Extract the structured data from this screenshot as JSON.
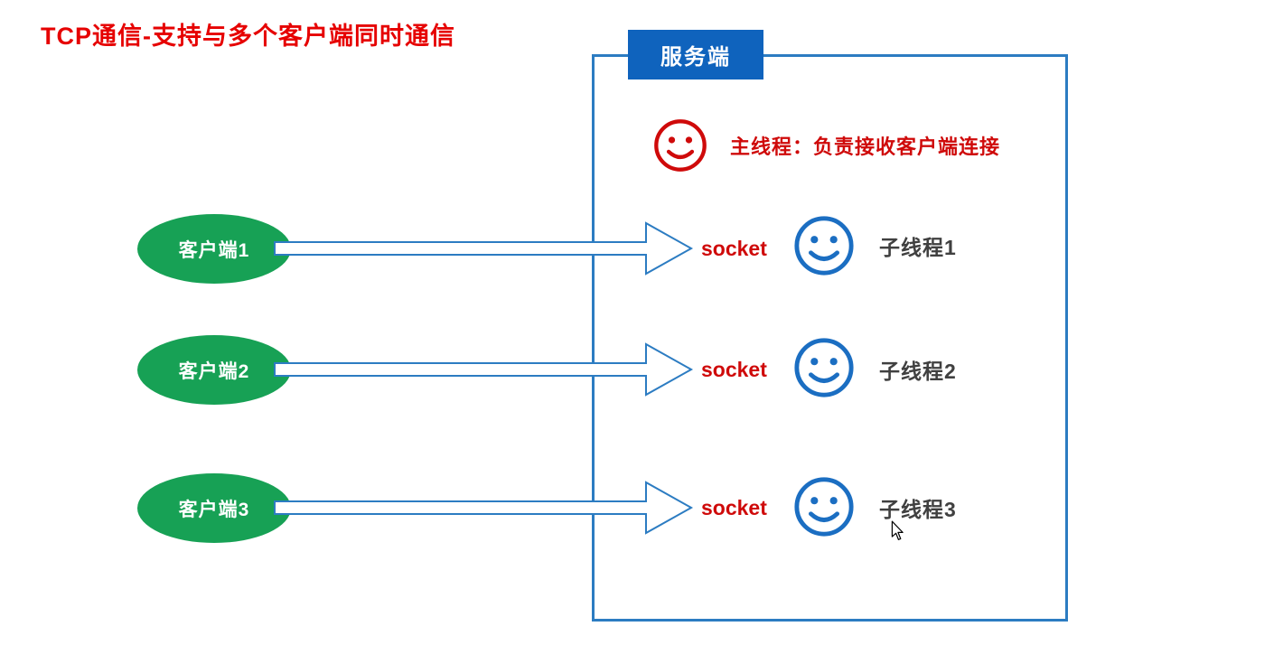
{
  "title": "TCP通信-支持与多个客户端同时通信",
  "server": {
    "label": "服务端",
    "main_thread_text": "主线程：负责接收客户端连接"
  },
  "rows": [
    {
      "client": "客户端1",
      "socket": "socket",
      "thread": "子线程1"
    },
    {
      "client": "客户端2",
      "socket": "socket",
      "thread": "子线程2"
    },
    {
      "client": "客户端3",
      "socket": "socket",
      "thread": "子线程3"
    }
  ],
  "colors": {
    "title_red": "#e60000",
    "accent_red": "#cf0a0a",
    "server_blue": "#0f63bd",
    "border_blue": "#2c7cc2",
    "client_green": "#17a155",
    "smiley_blue": "#1b6ec2",
    "thread_gray": "#404040"
  }
}
